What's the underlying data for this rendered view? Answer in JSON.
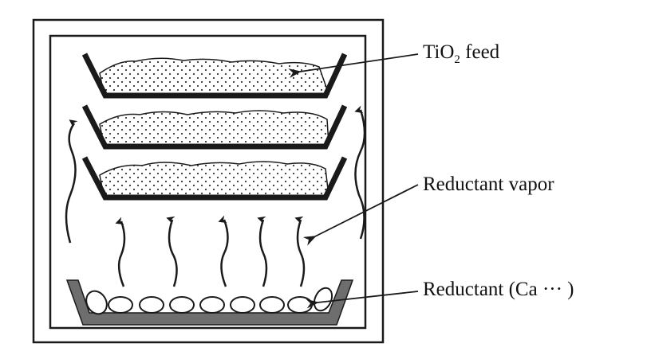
{
  "labels": {
    "tio2_main": "TiO",
    "tio2_sub": "2",
    "tio2_rest": " feed",
    "reductant_vapor": "Reductant vapor",
    "reductant": "Reductant (Ca ··· )"
  },
  "colors": {
    "line": "#1a1a1a",
    "tray_bottom": "#6e6e6e"
  }
}
